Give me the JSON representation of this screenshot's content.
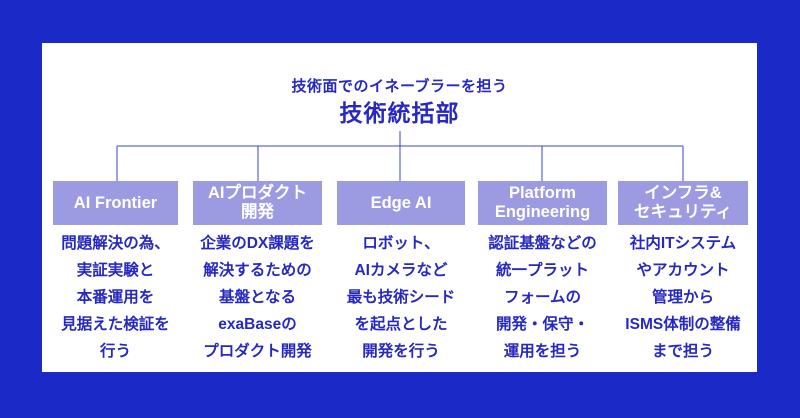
{
  "header": {
    "subtitle": "技術面でのイネーブラーを担う",
    "title": "技術統括部"
  },
  "colors": {
    "background": "#1B2AC6",
    "panel": "#FFFFFF",
    "box": "#9C9BE1",
    "box_text": "#FFFFFF",
    "text": "#2629C1",
    "line": "#3A46C8"
  },
  "departments": [
    {
      "name": "AI Frontier",
      "description": "問題解決の為、\n実証実験と\n本番運用を\n見据えた検証を\n行う"
    },
    {
      "name": "AIプロダクト\n開発",
      "description": "企業のDX課題を\n解決するための\n基盤となる\nexaBaseの\nプロダクト開発"
    },
    {
      "name": "Edge AI",
      "description": "ロボット、\nAIカメラなど\n最も技術シード\nを起点とした\n開発を行う"
    },
    {
      "name": "Platform\nEngineering",
      "description": "認証基盤などの\n統一プラット\nフォームの\n開発・保守・\n運用を担う"
    },
    {
      "name": "インフラ&\nセキュリティ",
      "description": "社内ITシステム\nやアカウント\n管理から\nISMS体制の整備\nまで担う"
    }
  ]
}
